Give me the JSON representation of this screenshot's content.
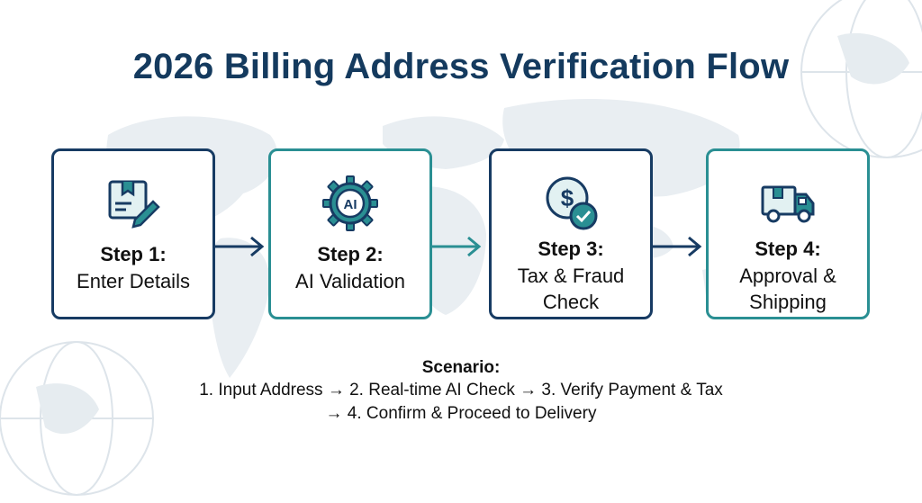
{
  "diagram": {
    "title": "2026 Billing Address Verification Flow",
    "steps": [
      {
        "heading": "Step 1:",
        "text": "Enter Details",
        "icon": "package-edit-icon"
      },
      {
        "heading": "Step 2:",
        "text": "AI Validation",
        "icon": "ai-gear-icon"
      },
      {
        "heading": "Step 3:",
        "text": "Tax & Fraud Check",
        "icon": "dollar-check-icon"
      },
      {
        "heading": "Step 4:",
        "text": "Approval & Shipping",
        "icon": "delivery-truck-icon"
      }
    ],
    "scenario": {
      "heading": "Scenario:",
      "line1": "1. Input Address → 2. Real-time AI Check → 3. Verify Payment & Tax",
      "line2": "→ 4. Confirm & Proceed to Delivery"
    },
    "colors": {
      "navy": "#173b63",
      "teal": "#2a8f93",
      "title": "#143a5e"
    }
  }
}
